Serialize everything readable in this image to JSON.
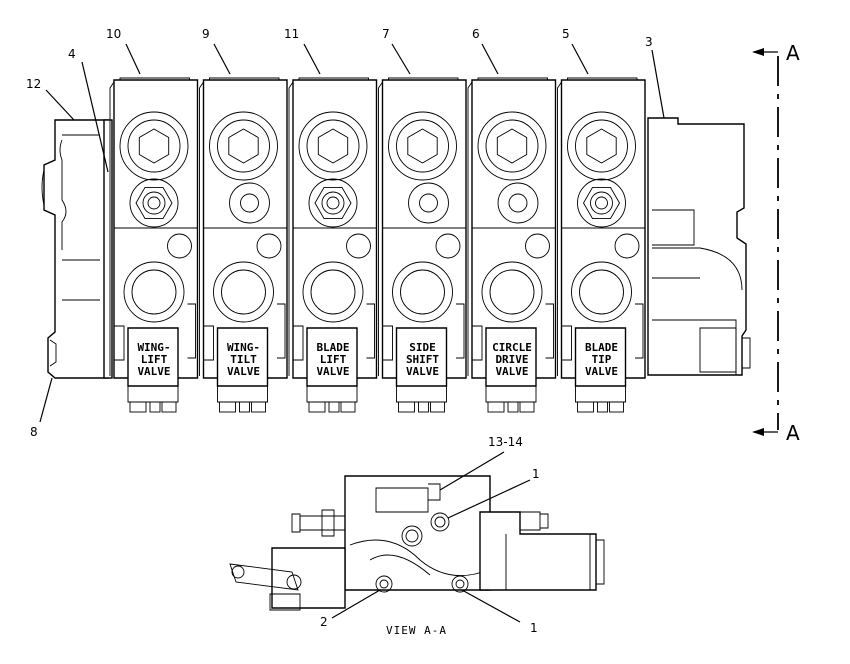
{
  "callouts": {
    "c10": "10",
    "c9": "9",
    "c11": "11",
    "c7": "7",
    "c6": "6",
    "c5": "5",
    "c3": "3",
    "c12": "12",
    "c4": "4",
    "c8": "8",
    "c1314": "13-14",
    "c1a": "1",
    "c1b": "1",
    "c2": "2"
  },
  "section_marks": {
    "top": "A",
    "bottom": "A"
  },
  "valves": [
    {
      "l1": "WING-",
      "l2": "LIFT",
      "l3": "VALVE"
    },
    {
      "l1": "WING-",
      "l2": "TILT",
      "l3": "VALVE"
    },
    {
      "l1": "BLADE",
      "l2": "LIFT",
      "l3": "VALVE"
    },
    {
      "l1": "SIDE",
      "l2": "SHIFT",
      "l3": "VALVE"
    },
    {
      "l1": "CIRCLE",
      "l2": "DRIVE",
      "l3": "VALVE"
    },
    {
      "l1": "BLADE",
      "l2": "TIP",
      "l3": "VALVE"
    }
  ],
  "view_caption": "VIEW A-A"
}
